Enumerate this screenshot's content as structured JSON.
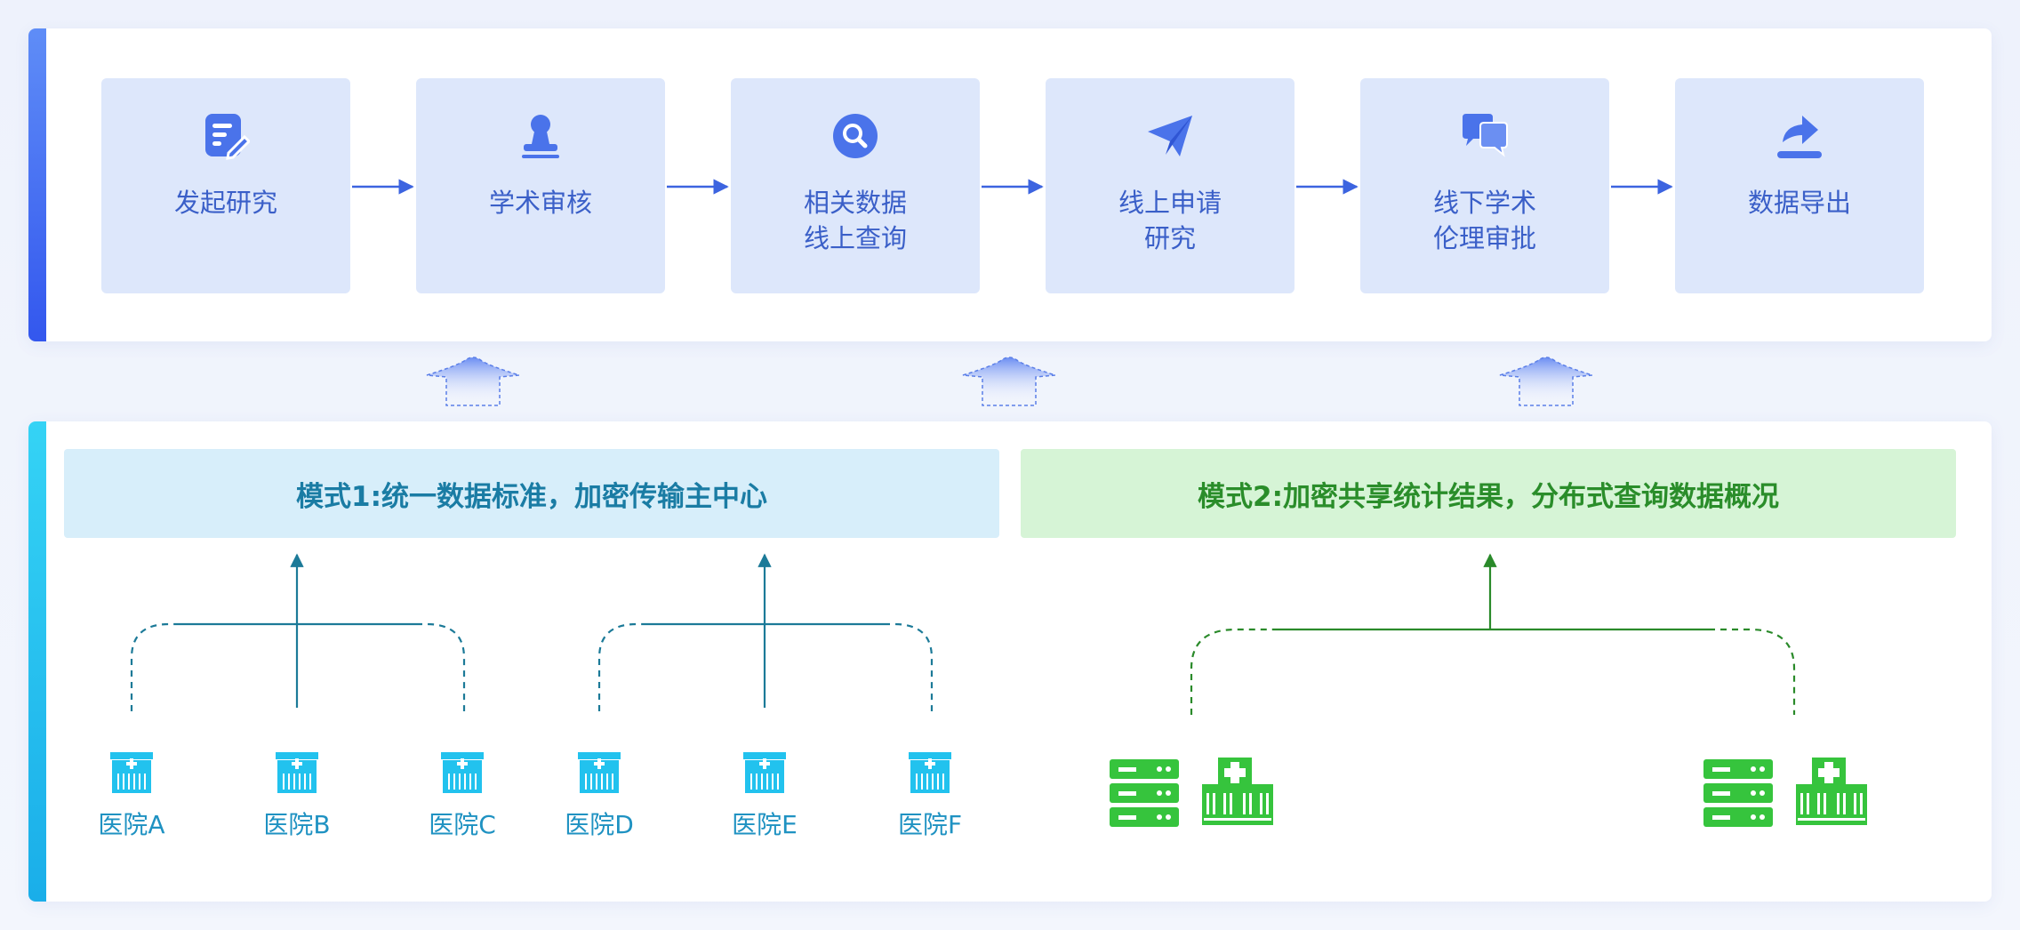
{
  "workflow": {
    "steps": [
      {
        "id": "s1",
        "lines": [
          "发起研究"
        ],
        "icon": "edit-document-icon"
      },
      {
        "id": "s2",
        "lines": [
          "学术审核"
        ],
        "icon": "stamp-icon"
      },
      {
        "id": "s3",
        "lines": [
          "相关数据",
          "线上查询"
        ],
        "icon": "search-icon"
      },
      {
        "id": "s4",
        "lines": [
          "线上申请",
          "研究"
        ],
        "icon": "paper-plane-icon"
      },
      {
        "id": "s5",
        "lines": [
          "线下学术",
          "伦理审批"
        ],
        "icon": "chat-bubbles-icon"
      },
      {
        "id": "s6",
        "lines": [
          "数据导出"
        ],
        "icon": "export-share-icon"
      }
    ]
  },
  "modes": {
    "mode1": {
      "title": "模式1:统一数据标准，加密传输主中心"
    },
    "mode2": {
      "title": "模式2:加密共享统计结果，分布式查询数据概况"
    }
  },
  "hospitals": {
    "a": "医院A",
    "b": "医院B",
    "c": "医院C",
    "d": "医院D",
    "e": "医院E",
    "f": "医院F"
  },
  "colors": {
    "step_bg": "#dde7fb",
    "step_text": "#3a5fc8",
    "flow_arrow": "#3c64e0",
    "mode1_bg": "#d7eefa",
    "mode1_text": "#1a7ca4",
    "mode1_line": "#1c7a98",
    "mode2_bg": "#d6f4d6",
    "mode2_text": "#2a8d2a",
    "mode2_line": "#2a8a2a",
    "hospital_icon": "#22c2ee",
    "server_icon": "#36c43d"
  }
}
